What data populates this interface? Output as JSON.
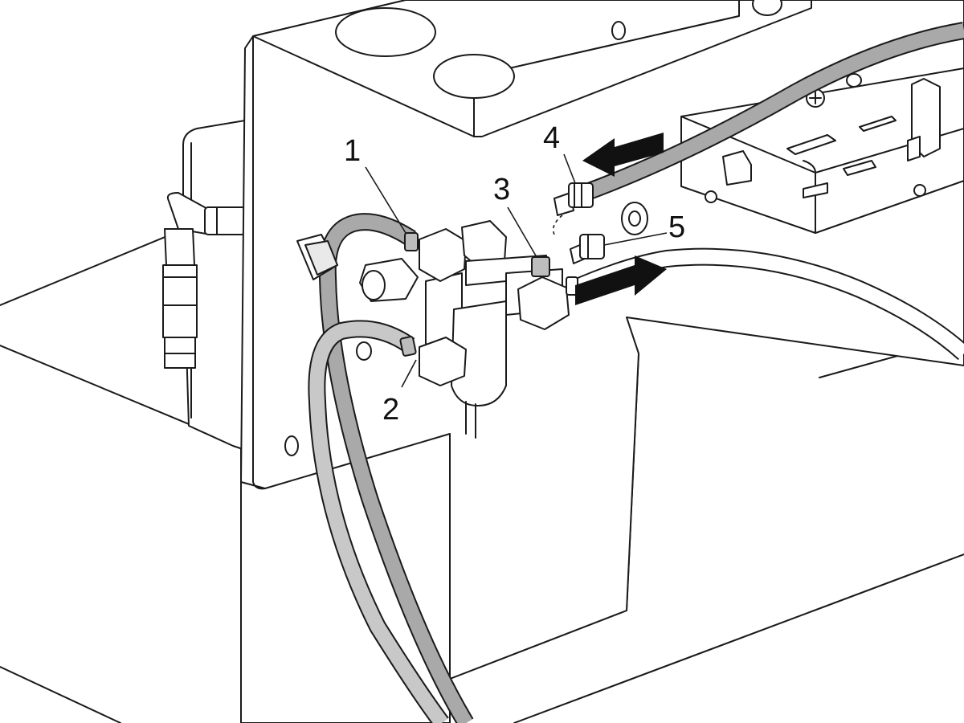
{
  "diagram": {
    "callouts": [
      {
        "id": "1",
        "label": "1"
      },
      {
        "id": "2",
        "label": "2"
      },
      {
        "id": "3",
        "label": "3"
      },
      {
        "id": "4",
        "label": "4"
      },
      {
        "id": "5",
        "label": "5"
      }
    ],
    "arrows": [
      {
        "id": "disconnect-arrow",
        "direction": "left"
      },
      {
        "id": "connect-arrow",
        "direction": "right"
      }
    ],
    "colors": {
      "line": "#1a1a1a",
      "tube_dark": "#a9a9a9",
      "tube_light": "#c8c8c8",
      "arrow": "#111111"
    }
  }
}
